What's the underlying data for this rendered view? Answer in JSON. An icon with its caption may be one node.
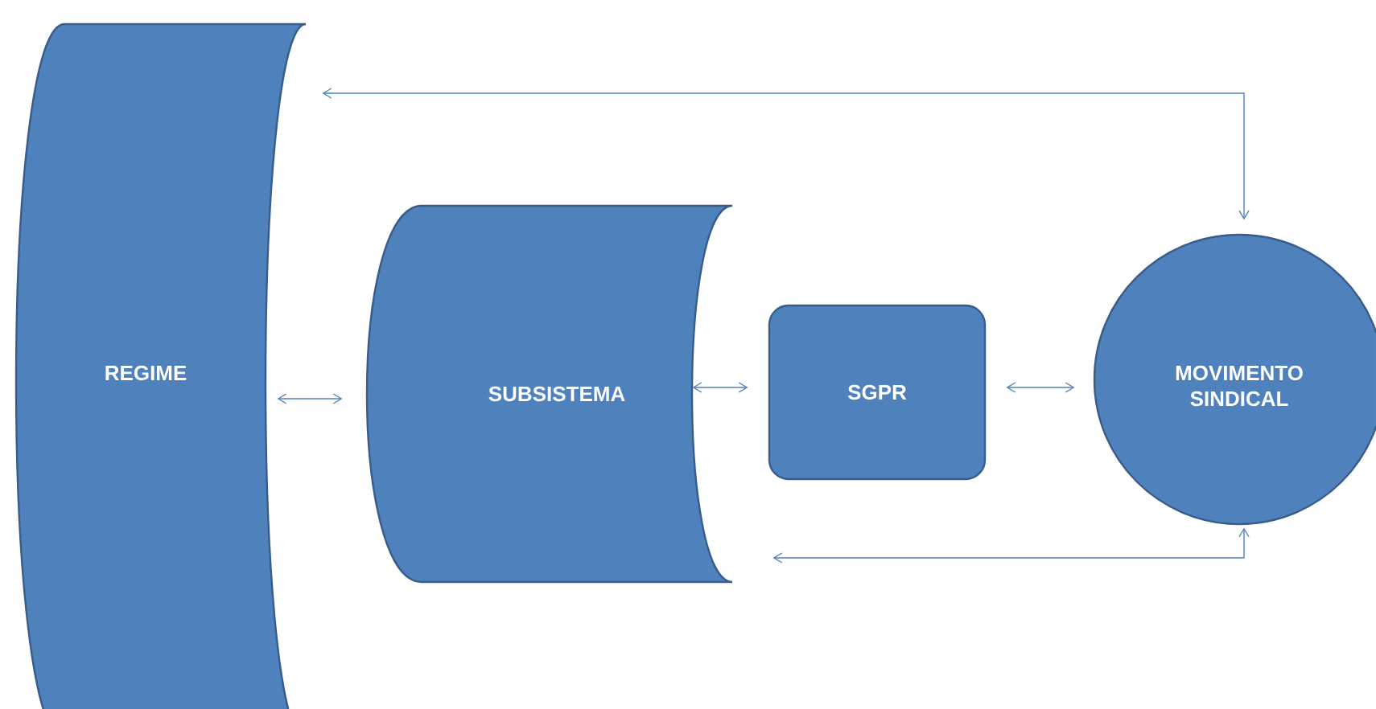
{
  "diagram": {
    "nodes": [
      {
        "text": [
          "REGIME"
        ]
      },
      {
        "text": [
          "SUBSISTEMA"
        ]
      },
      {
        "text": [
          "SGPR"
        ]
      },
      {
        "text": [
          "MOVIMENTO SINDICAL"
        ]
      }
    ],
    "edges": [
      {
        "from": 0,
        "to": 1,
        "arrow": "both"
      },
      {
        "from": 1,
        "to": 2,
        "arrow": "both"
      },
      {
        "from": 2,
        "to": 3,
        "arrow": "both"
      },
      {
        "from": 3,
        "to": 0,
        "arrow": "both"
      },
      {
        "from": 3,
        "to": 1,
        "arrow": "both"
      }
    ]
  }
}
